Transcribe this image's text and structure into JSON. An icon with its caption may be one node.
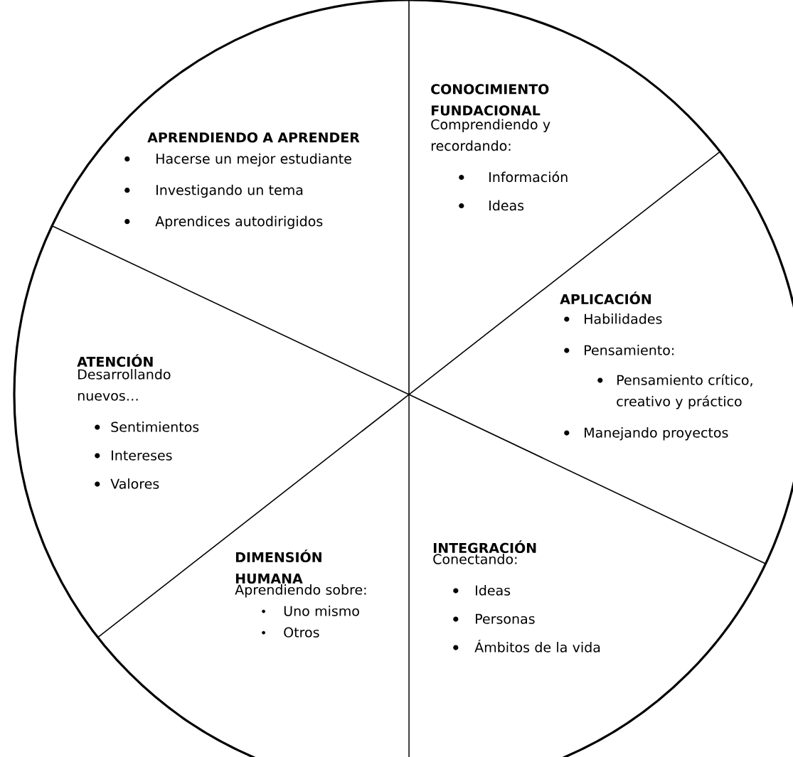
{
  "diagram": {
    "nodes": [
      {
        "text": [
          "APRENDIENDO A APRENDER",
          "Hacerse un mejor estudiante",
          "Investigando un tema",
          "Aprendices autodirigidos"
        ]
      },
      {
        "text": [
          "CONOCIMIENTO FUNDACIONAL",
          "Comprendiendo y recordando:",
          "Información",
          "Ideas"
        ]
      },
      {
        "text": [
          "APLICACIÓN",
          "Habilidades",
          "Pensamiento:",
          "Pensamiento crítico, creativo y práctico",
          "Manejando proyectos"
        ]
      },
      {
        "text": [
          "ATENCIÓN",
          "Desarrollando nuevos…",
          "Sentimientos",
          "Intereses",
          "Valores"
        ]
      },
      {
        "text": [
          "DIMENSIÓN HUMANA",
          "Aprendiendo sobre:",
          "Uno mismo",
          "Otros"
        ]
      },
      {
        "text": [
          "INTEGRACIÓN",
          "Conectando:",
          "Ideas",
          "Personas",
          "Ámbitos de la vida"
        ]
      }
    ]
  }
}
